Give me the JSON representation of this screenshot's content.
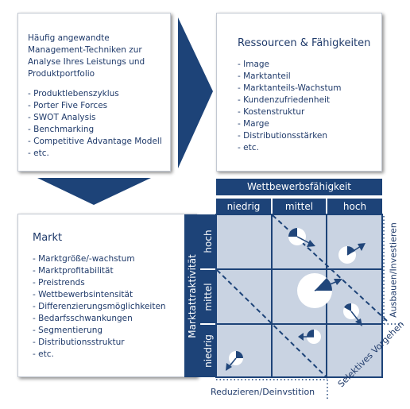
{
  "techniques_box": {
    "intro": "Häufig angewandte Management-Techniken zur Analyse Ihres Leistungs und Produktportfolio",
    "items": [
      "- Produktlebenszyklus",
      "- Porter Five Forces",
      "- SWOT Analysis",
      "- Benchmarking",
      "- Competitive Advantage Modell",
      "- etc."
    ]
  },
  "resources_box": {
    "title": "Ressourcen & Fähigkeiten",
    "items": [
      "- Image",
      "- Marktanteil",
      "- Marktanteils-Wachstum",
      "- Kundenzufriedenheit",
      "- Kostenstruktur",
      "- Marge",
      "- Distributionsstärken",
      "- etc."
    ]
  },
  "market_box": {
    "title": "Markt",
    "items": [
      "- Marktgröße/-wachstum",
      "- Marktprofitabilität",
      "- Preistrends",
      "- Wettbewerbsintensität",
      "- Differenzierungsmöglichkeiten",
      "- Bedarfsschwankungen",
      "- Segmentierung",
      "- Distributionsstruktur",
      "- etc."
    ]
  },
  "matrix": {
    "x_title": "Wettbewerbsfähigkeit",
    "x_levels": [
      "niedrig",
      "mittel",
      "hoch"
    ],
    "y_title": "Marktattraktivität",
    "y_levels": [
      "hoch",
      "mittel",
      "niedrig"
    ],
    "zone_labels": {
      "invest": "Ausbauen/Investieren",
      "selective": "Selektives Vorgehen",
      "reduce": "Reduzieren/Deinvstition"
    }
  },
  "colors": {
    "navy": "#1d4378",
    "matrix_fill": "#c9d3e2",
    "arrow_fill": "#21467a",
    "text": "#1f3a6a"
  },
  "icons": [
    "arrow-right-icon",
    "arrow-down-icon"
  ]
}
